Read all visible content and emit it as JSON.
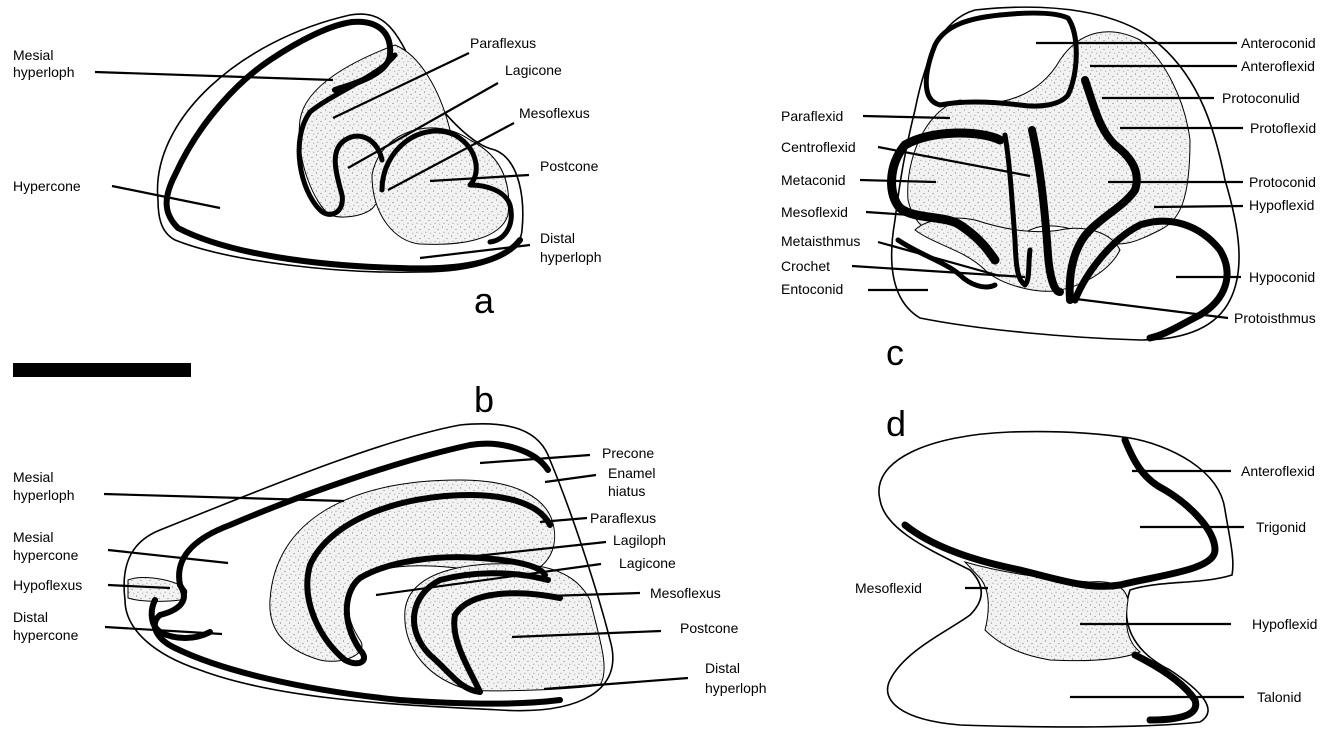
{
  "panels": {
    "a": "a",
    "b": "b",
    "c": "c",
    "d": "d"
  },
  "panel_a": {
    "mesial_hyperloph": [
      "Mesial",
      "hyperloph"
    ],
    "hypercone": "Hypercone",
    "paraflexus": "Paraflexus",
    "lagicone": "Lagicone",
    "mesoflexus": "Mesoflexus",
    "postcone": "Postcone",
    "distal_hyperloph": [
      "Distal",
      "hyperloph"
    ]
  },
  "panel_b": {
    "mesial_hyperloph": [
      "Mesial",
      "hyperloph"
    ],
    "mesial_hypercone": [
      "Mesial",
      "hypercone"
    ],
    "hypoflexus": "Hypoflexus",
    "distal_hypercone": [
      "Distal",
      "hypercone"
    ],
    "precone": "Precone",
    "enamel_hiatus": [
      "Enamel",
      "hiatus"
    ],
    "paraflexus": "Paraflexus",
    "lagiloph": "Lagiloph",
    "lagicone": "Lagicone",
    "mesoflexus": "Mesoflexus",
    "postcone": "Postcone",
    "distal_hyperloph": [
      "Distal",
      "hyperloph"
    ]
  },
  "panel_c": {
    "paraflexid": "Paraflexid",
    "centroflexid": "Centroflexid",
    "metaconid": "Metaconid",
    "mesoflexid": "Mesoflexid",
    "metaisthmus": "Metaisthmus",
    "crochet": "Crochet",
    "entoconid": "Entoconid",
    "anteroconid": "Anteroconid",
    "anteroflexid": "Anteroflexid",
    "protoconulid": "Protoconulid",
    "protoflexid": "Protoflexid",
    "protoconid": "Protoconid",
    "hypoflexid": "Hypoflexid",
    "hypoconid": "Hypoconid",
    "protoisthmus": "Protoisthmus"
  },
  "panel_d": {
    "anteroflexid": "Anteroflexid",
    "trigonid": "Trigonid",
    "mesoflexid": "Mesoflexid",
    "hypoflexid": "Hypoflexid",
    "talonid": "Talonid"
  }
}
